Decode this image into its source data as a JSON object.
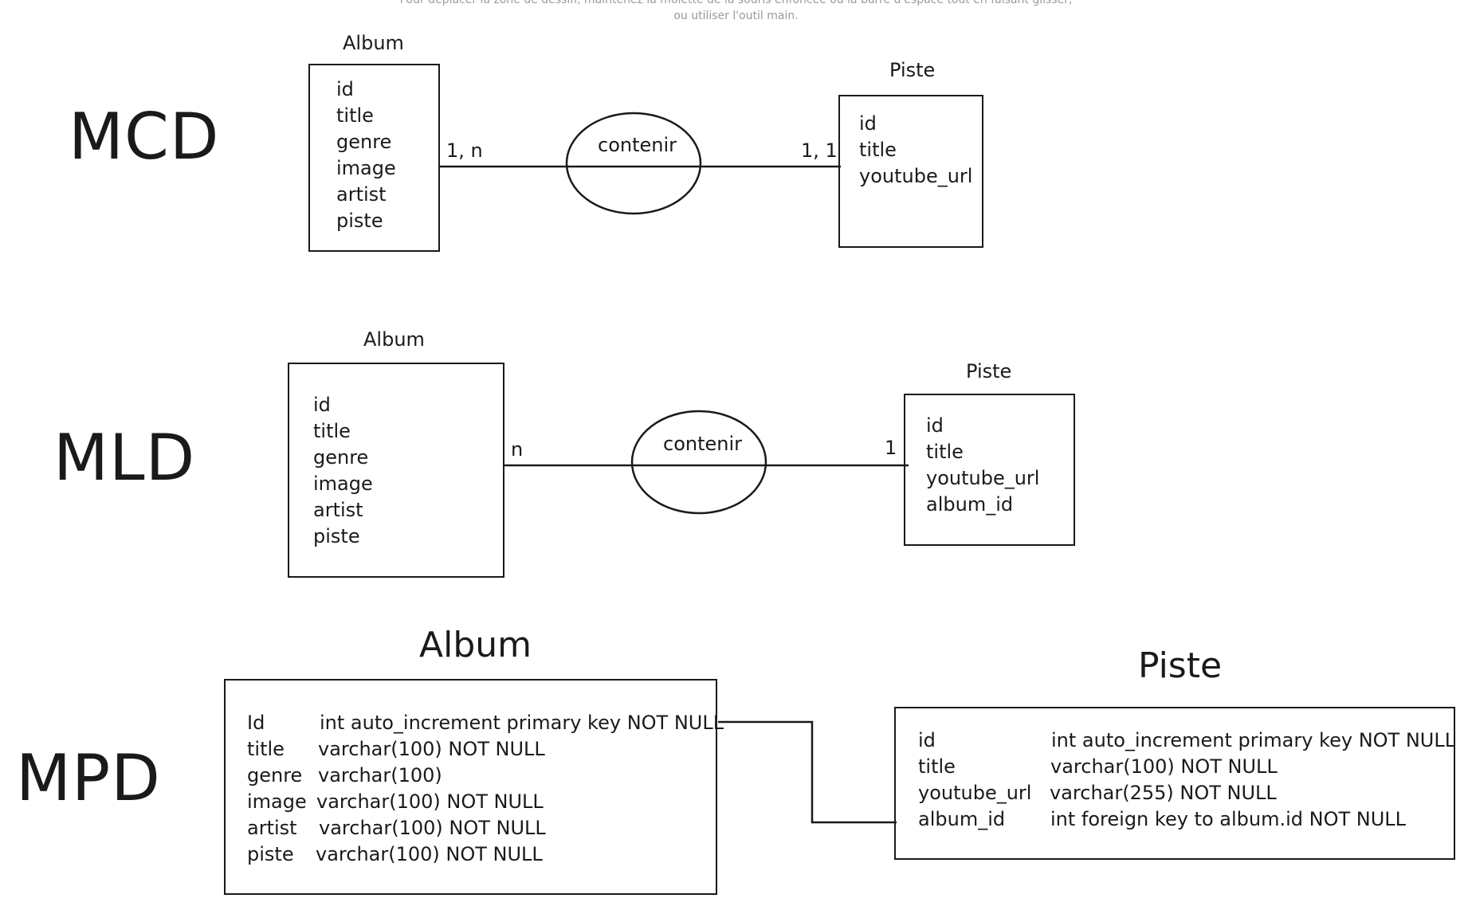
{
  "hint": {
    "line1": "Pour déplacer la zone de dessin, maintenez la molette de la souris enfoncée ou la barre d'espace tout en faisant glisser,",
    "line2": "ou utiliser l'outil main."
  },
  "mcd": {
    "heading": "MCD",
    "album": {
      "title": "Album",
      "fields": [
        "id",
        "title",
        "genre",
        "image",
        "artist",
        "piste"
      ]
    },
    "piste": {
      "title": "Piste",
      "fields": [
        "id",
        "title",
        "youtube_url"
      ]
    },
    "relation": "contenir",
    "card_album": "1, n",
    "card_piste": "1, 1"
  },
  "mld": {
    "heading": "MLD",
    "album": {
      "title": "Album",
      "fields": [
        "id",
        "title",
        "genre",
        "image",
        "artist",
        "piste"
      ]
    },
    "piste": {
      "title": "Piste",
      "fields": [
        "id",
        "title",
        "youtube_url",
        "album_id"
      ]
    },
    "relation": "contenir",
    "card_album": "n",
    "card_piste": "1"
  },
  "mpd": {
    "heading": "MPD",
    "album": {
      "title": "Album",
      "rows": [
        {
          "name": "Id",
          "type": "int auto_increment primary key NOT NULL"
        },
        {
          "name": "title",
          "type": "varchar(100) NOT NULL"
        },
        {
          "name": "genre",
          "type": "varchar(100)"
        },
        {
          "name": "image",
          "type": "varchar(100) NOT NULL"
        },
        {
          "name": "artist",
          "type": "varchar(100) NOT NULL"
        },
        {
          "name": "piste",
          "type": "varchar(100) NOT NULL"
        }
      ]
    },
    "piste": {
      "title": "Piste",
      "rows": [
        {
          "name": "id",
          "type": "int auto_increment primary key NOT NULL"
        },
        {
          "name": "title",
          "type": "varchar(100) NOT NULL"
        },
        {
          "name": "youtube_url",
          "type": "varchar(255) NOT NULL"
        },
        {
          "name": "album_id",
          "type": "int foreign key to album.id NOT NULL"
        }
      ]
    }
  }
}
